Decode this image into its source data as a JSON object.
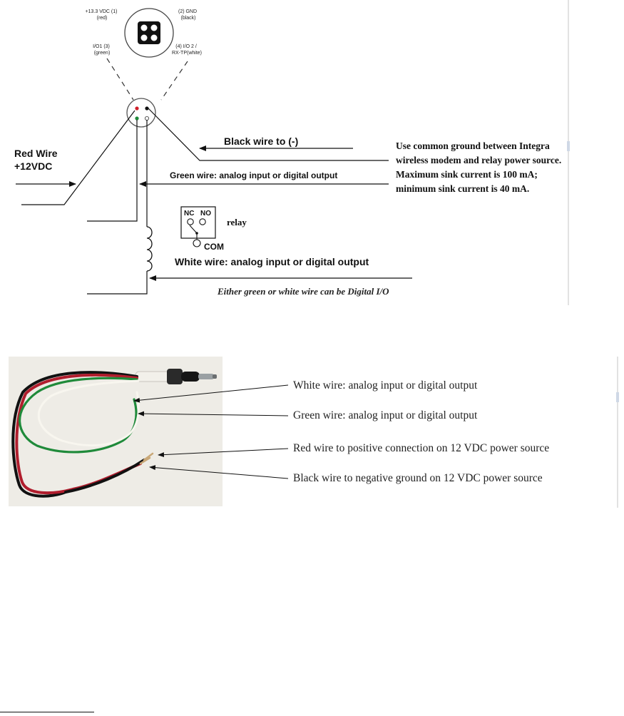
{
  "connector": {
    "pin1": [
      "+13.3 VDC (1)",
      "(red)"
    ],
    "pin2": [
      "(2) GND",
      "(black)"
    ],
    "pin3": [
      "I/O1 (3)",
      "(green)"
    ],
    "pin4": [
      "(4) I/O 2 /",
      "RX-TP(white)"
    ]
  },
  "wiring": {
    "red_wire": [
      "Red Wire",
      "+12VDC"
    ],
    "black_wire": "Black wire to (-)",
    "green_wire": "Green wire: analog input or digital output",
    "white_wire": "White wire: analog input or digital output",
    "relay_label": "relay",
    "relay_nc": "NC",
    "relay_no": "NO",
    "relay_com": "COM",
    "either_note": "Either green or white wire can be Digital I/O",
    "ground_note": "Use common ground between Integra wireless modem and relay power source. Maximum sink current is 100 mA; minimum sink current is 40 mA."
  },
  "photo_labels": {
    "white": "White wire: analog input or digital output",
    "green": "Green wire: analog input or digital output",
    "red": "Red wire to positive connection on 12 VDC power source",
    "black": "Black wire to negative ground on 12 VDC power source"
  },
  "colors": {
    "red": "#d0202a",
    "green": "#1f8a3a",
    "black": "#111111",
    "white_wire": "#f4f1e8",
    "photo_bg": "#eeece6"
  }
}
